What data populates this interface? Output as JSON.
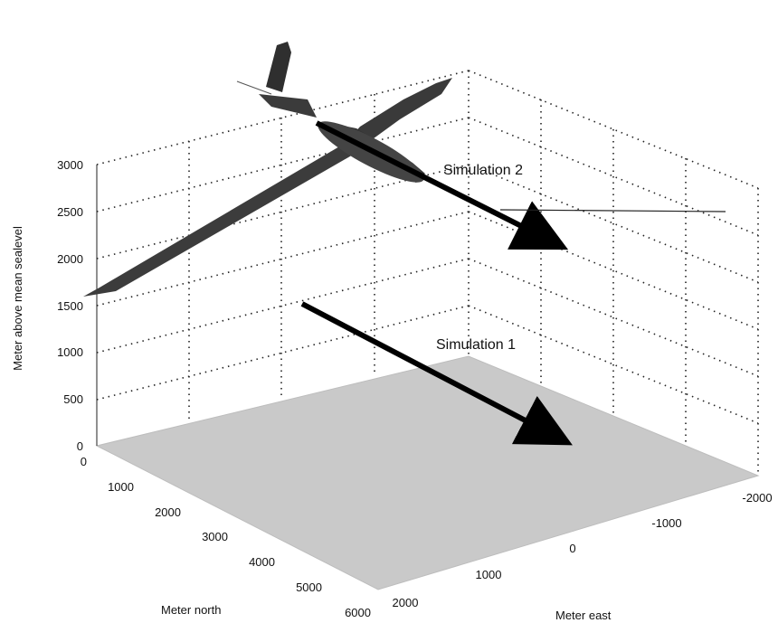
{
  "chart_data": {
    "type": "3d-surface",
    "title": "",
    "xlabel": "Meter north",
    "ylabel": "Meter east",
    "zlabel": "Meter above mean sealevel",
    "x_ticks": [
      "0",
      "1000",
      "2000",
      "3000",
      "4000",
      "5000",
      "6000"
    ],
    "y_ticks": [
      "2000",
      "1000",
      "0",
      "-1000",
      "-2000"
    ],
    "z_ticks": [
      "0",
      "500",
      "1000",
      "1500",
      "2000",
      "2500",
      "3000"
    ],
    "xlim": [
      0,
      6000
    ],
    "ylim": [
      -2000,
      2000
    ],
    "zlim": [
      0,
      3000
    ],
    "grid": true,
    "surface": {
      "z": 0,
      "color": "#c9c9c9"
    },
    "annotations": [
      {
        "label": "Simulation 2",
        "arrow": true
      },
      {
        "label": "Simulation 1",
        "arrow": true
      }
    ],
    "aircraft": {
      "depicted": true,
      "color": "#3c3c3c"
    }
  }
}
